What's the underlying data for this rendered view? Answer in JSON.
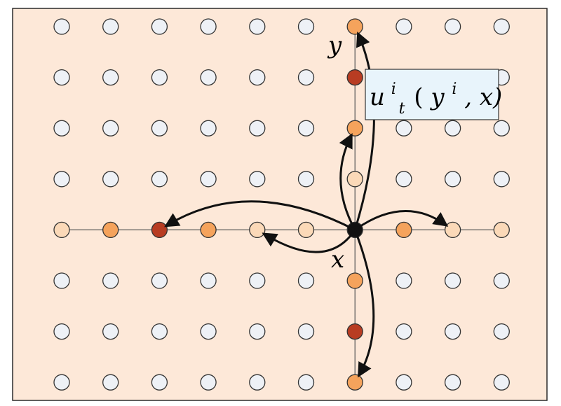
{
  "colors": {
    "panel_fill": "#fde8d8",
    "panel_border": "#2b2b2b",
    "inactive_node": "#eef1f6",
    "node_stroke": "#333333",
    "light_orange": "#fbd9b8",
    "orange": "#f5a35c",
    "dark_red": "#b83c22",
    "center_node": "#111111",
    "arrow": "#111111",
    "label_box_fill": "#e8f4fb"
  },
  "grid": {
    "rows": 8,
    "cols": 10,
    "center_cell": {
      "row": 4,
      "col": 6
    },
    "highlighted": [
      {
        "row": 0,
        "col": 6,
        "tone": "orange"
      },
      {
        "row": 1,
        "col": 6,
        "tone": "dark_red"
      },
      {
        "row": 2,
        "col": 6,
        "tone": "orange"
      },
      {
        "row": 3,
        "col": 6,
        "tone": "light_orange"
      },
      {
        "row": 4,
        "col": 0,
        "tone": "light_orange"
      },
      {
        "row": 4,
        "col": 1,
        "tone": "orange"
      },
      {
        "row": 4,
        "col": 2,
        "tone": "dark_red"
      },
      {
        "row": 4,
        "col": 3,
        "tone": "orange"
      },
      {
        "row": 4,
        "col": 4,
        "tone": "light_orange"
      },
      {
        "row": 4,
        "col": 5,
        "tone": "light_orange"
      },
      {
        "row": 4,
        "col": 7,
        "tone": "orange"
      },
      {
        "row": 4,
        "col": 8,
        "tone": "light_orange"
      },
      {
        "row": 4,
        "col": 9,
        "tone": "light_orange"
      },
      {
        "row": 5,
        "col": 6,
        "tone": "orange"
      },
      {
        "row": 6,
        "col": 6,
        "tone": "dark_red"
      },
      {
        "row": 7,
        "col": 6,
        "tone": "orange"
      }
    ],
    "arrows": [
      {
        "to": {
          "row": 0,
          "col": 6
        }
      },
      {
        "to": {
          "row": 2,
          "col": 6
        }
      },
      {
        "to": {
          "row": 4,
          "col": 2
        }
      },
      {
        "to": {
          "row": 4,
          "col": 4
        }
      },
      {
        "to": {
          "row": 4,
          "col": 8
        }
      },
      {
        "to": {
          "row": 7,
          "col": 6
        }
      }
    ]
  },
  "labels": {
    "y_label": "y",
    "x_label": "x",
    "formula": {
      "base": "u",
      "sup": "i",
      "sub": "t",
      "arg_open": "(",
      "arg_var": "y",
      "arg_sup": "i",
      "arg_rest": ", x)"
    }
  }
}
